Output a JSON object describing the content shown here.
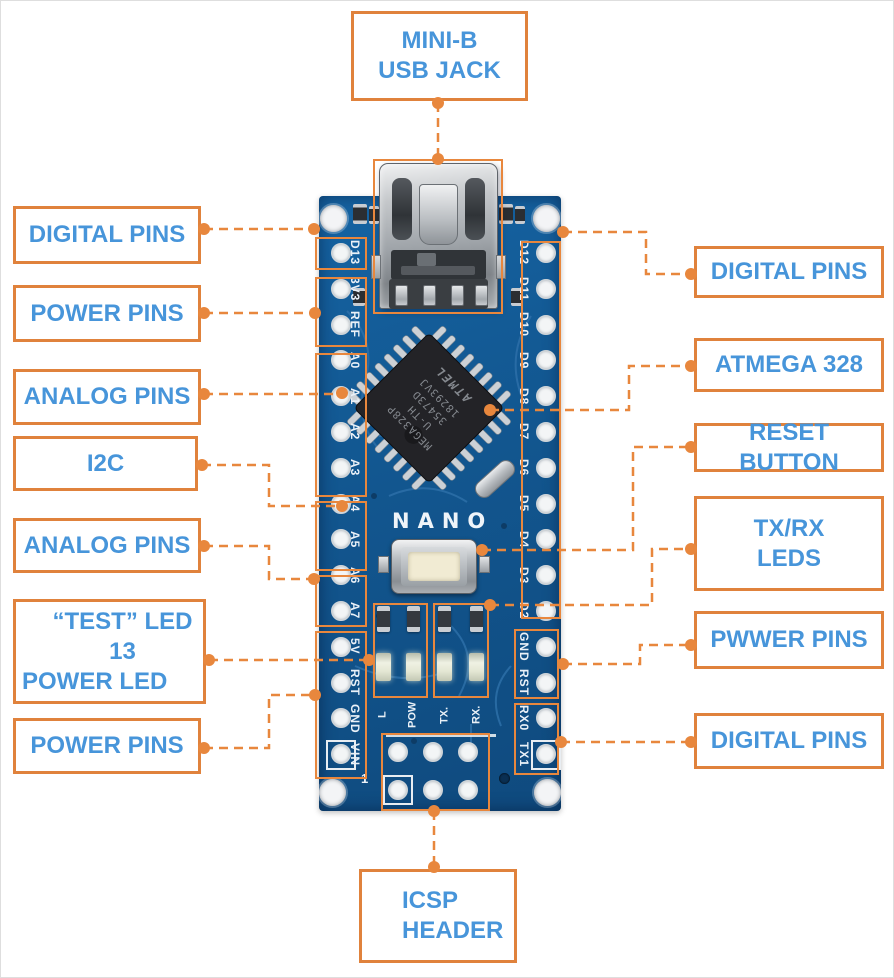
{
  "callouts": {
    "usb_jack": {
      "lines": [
        "MINI-B",
        "USB JACK"
      ]
    },
    "left_digital": {
      "label": "DIGITAL PINS"
    },
    "left_power_top": {
      "label": "POWER PINS"
    },
    "left_analog_top": {
      "label": "ANALOG PINS"
    },
    "i2c": {
      "label": "I2C"
    },
    "left_analog_bottom": {
      "label": "ANALOG PINS"
    },
    "test_led": {
      "lines": [
        "“TEST”  LED 13",
        "POWER LED"
      ]
    },
    "left_power_bottom": {
      "label": "POWER PINS"
    },
    "right_digital_top": {
      "label": "DIGITAL PINS"
    },
    "atmega": {
      "label": "ATMEGA 328"
    },
    "reset_button": {
      "label": "RESET BUTTON"
    },
    "txrx_leds": {
      "lines": [
        "TX/RX",
        "LEDS"
      ]
    },
    "pwwer_pins": {
      "label": "PWWER PINS"
    },
    "right_digital_bottom": {
      "label": "DIGITAL PINS"
    },
    "icsp_header": {
      "lines": [
        "ICSP",
        "HEADER"
      ]
    }
  },
  "board": {
    "silkscreen_name": "NANO",
    "left_pins": [
      "D13",
      "3V3",
      "REF",
      "A0",
      "A1",
      "A2",
      "A3",
      "A4",
      "A5",
      "A6",
      "A7",
      "5V",
      "RST",
      "GND",
      "VIN"
    ],
    "right_pins": [
      "D12",
      "D11",
      "D10",
      "D9",
      "D8",
      "D7",
      "D6",
      "D5",
      "D4",
      "D3",
      "D2",
      "GND",
      "RST",
      "RX0",
      "TX1"
    ],
    "led_labels": [
      "L",
      "POW",
      "TX.",
      "RX."
    ],
    "icsp_pin1_label": "1",
    "chip": {
      "logo": "ATMEL",
      "marking_lines": [
        "MEGA328P",
        "U-TH",
        "35473D",
        "18293VJ"
      ]
    }
  },
  "colors": {
    "accent_orange": "#E8873D",
    "label_blue": "#4795DA",
    "pcb_blue": "#12568F"
  }
}
